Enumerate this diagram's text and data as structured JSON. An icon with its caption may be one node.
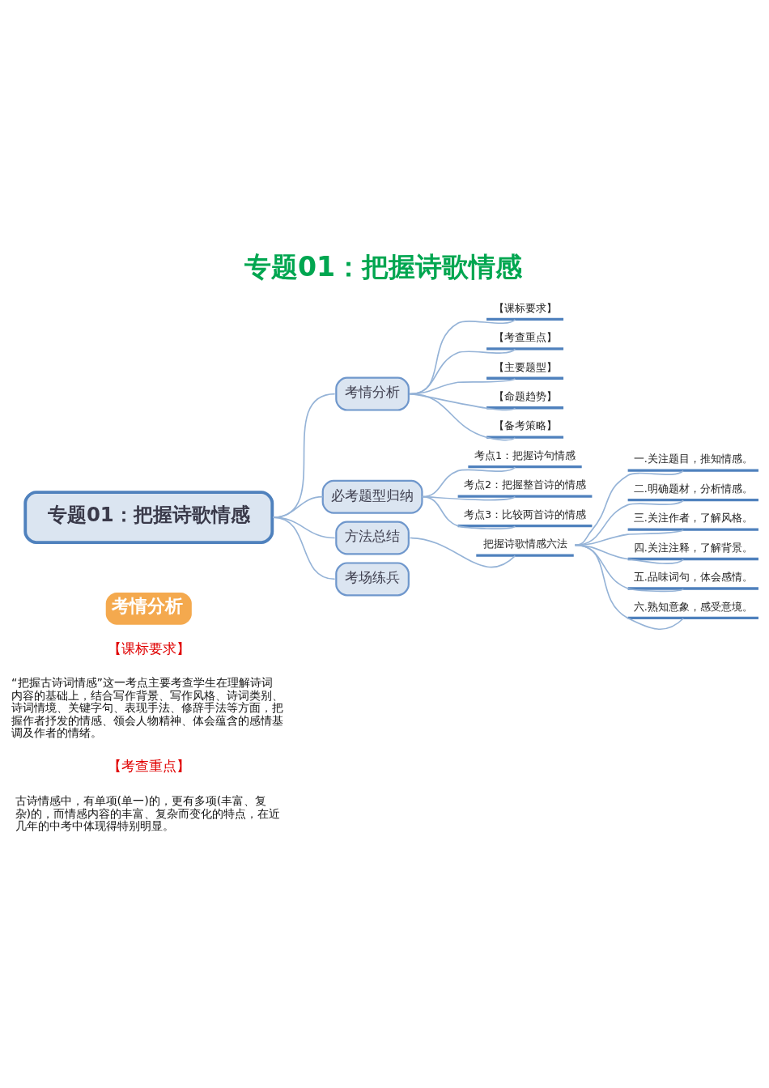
{
  "diagram": {
    "title": "专题01：把握诗歌情感",
    "nodes": [
      {
        "text": [
          "专题01：把握诗歌情感"
        ]
      },
      {
        "text": [
          "考情分析"
        ]
      },
      {
        "text": [
          "【课标要求】"
        ]
      },
      {
        "text": [
          "【考查重点】"
        ]
      },
      {
        "text": [
          "【主要题型】"
        ]
      },
      {
        "text": [
          "【命题趋势】"
        ]
      },
      {
        "text": [
          "【备考策略】"
        ]
      },
      {
        "text": [
          "必考题型归纳"
        ]
      },
      {
        "text": [
          "考点1：把握诗句情感"
        ]
      },
      {
        "text": [
          "考点2：把握整首诗的情感"
        ]
      },
      {
        "text": [
          "考点3：比较两首诗的情感"
        ]
      },
      {
        "text": [
          "方法总结"
        ]
      },
      {
        "text": [
          "把握诗歌情感六法"
        ]
      },
      {
        "text": [
          "一.关注题目，推知情感。"
        ]
      },
      {
        "text": [
          "二.明确题材，分析情感。"
        ]
      },
      {
        "text": [
          "三.关注作者，了解风格。"
        ]
      },
      {
        "text": [
          "四.关注注释，了解背景。"
        ]
      },
      {
        "text": [
          "五.品味词句，体会感情。"
        ]
      },
      {
        "text": [
          "六.熟知意象，感受意境。"
        ]
      },
      {
        "text": [
          "考场练兵"
        ]
      }
    ],
    "edges": [
      {
        "from": 0,
        "to": 1,
        "arrow": "none"
      },
      {
        "from": 0,
        "to": 7,
        "arrow": "none"
      },
      {
        "from": 0,
        "to": 11,
        "arrow": "none"
      },
      {
        "from": 0,
        "to": 19,
        "arrow": "none"
      },
      {
        "from": 1,
        "to": 2,
        "arrow": "none"
      },
      {
        "from": 1,
        "to": 3,
        "arrow": "none"
      },
      {
        "from": 1,
        "to": 4,
        "arrow": "none"
      },
      {
        "from": 1,
        "to": 5,
        "arrow": "none"
      },
      {
        "from": 1,
        "to": 6,
        "arrow": "none"
      },
      {
        "from": 7,
        "to": 8,
        "arrow": "none"
      },
      {
        "from": 7,
        "to": 9,
        "arrow": "none"
      },
      {
        "from": 7,
        "to": 10,
        "arrow": "none"
      },
      {
        "from": 11,
        "to": 12,
        "arrow": "none"
      },
      {
        "from": 12,
        "to": 13,
        "arrow": "none"
      },
      {
        "from": 12,
        "to": 14,
        "arrow": "none"
      },
      {
        "from": 12,
        "to": 15,
        "arrow": "none"
      },
      {
        "from": 12,
        "to": 16,
        "arrow": "none"
      },
      {
        "from": 12,
        "to": 17,
        "arrow": "none"
      },
      {
        "from": 12,
        "to": 18,
        "arrow": "none"
      }
    ],
    "labels": [
      "考情分析",
      "【课标要求】",
      "“把握古诗词情感”这一考点主要考查学生在理解诗词内容的基础上，结合写作背景、写作风格、诗词类别、诗词情境、关键字句、表现手法、修辞手法等方面，把握作者抒发的情感、领会人物精神、体会蕴含的感情基调及作者的情绪。",
      "【考查重点】",
      "古诗情感中，有单项(单一)的，更有多项(丰富、复杂)的，而情感内容的丰富、复杂而变化的特点，在近几年的中考中体现得特别明显。"
    ]
  }
}
